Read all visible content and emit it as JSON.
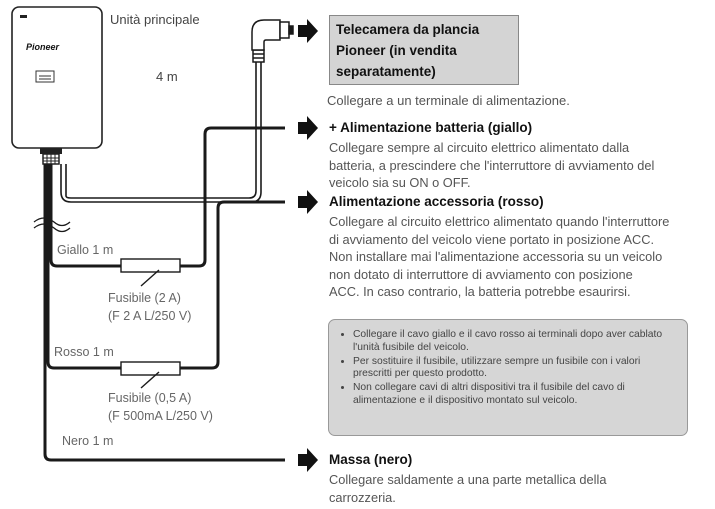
{
  "main_unit": {
    "label": "Unità principale",
    "logo": "Pioneer"
  },
  "cable_length": "4 m",
  "camera_box": {
    "line1": "Telecamera da plancia",
    "line2": "Pioneer (in vendita",
    "line3": "separatamente)"
  },
  "camera_desc": "Collegare a un terminale di alimentazione.",
  "battery": {
    "title": "+ Alimentazione batteria (giallo)",
    "desc": [
      "Collegare sempre al circuito elettrico alimentato dalla",
      "batteria, a prescindere che l'interruttore di avviamento del",
      "veicolo sia su ON o OFF."
    ]
  },
  "accessory": {
    "title": "Alimentazione accessoria (rosso)",
    "desc": [
      "Collegare al circuito elettrico alimentato quando l'interruttore",
      "di avviamento del veicolo viene portato in posizione ACC.",
      "Non installare mai l'alimentazione accessoria su un veicolo",
      "non dotato di interruttore di avviamento con posizione",
      "ACC. In caso contrario, la batteria potrebbe esaurirsi."
    ]
  },
  "wires": {
    "yellow": "Giallo 1 m",
    "red": "Rosso 1 m",
    "black": "Nero 1 m"
  },
  "fuses": {
    "fuse1": "Fusibile (2 A)",
    "fuse1_spec": "(F 2 A L/250 V)",
    "fuse2": "Fusibile (0,5 A)",
    "fuse2_spec": "(F 500mA L/250 V)"
  },
  "notes": [
    "Collegare il cavo giallo e il cavo rosso ai terminali dopo aver cablato l'unità fusibile del veicolo.",
    "Per sostituire il fusibile, utilizzare sempre un fusibile con i valori prescritti per questo prodotto.",
    "Non collegare cavi di altri dispositivi tra il fusibile del cavo di alimentazione e il dispositivo montato sul veicolo."
  ],
  "ground": {
    "title": "Massa (nero)",
    "desc": [
      "Collegare saldamente a una parte metallica della",
      "carrozzeria."
    ]
  },
  "colors": {
    "wire": "#1a1a1a",
    "box_fill": "#d4d4d4",
    "note_fill": "#d6d6d6"
  }
}
